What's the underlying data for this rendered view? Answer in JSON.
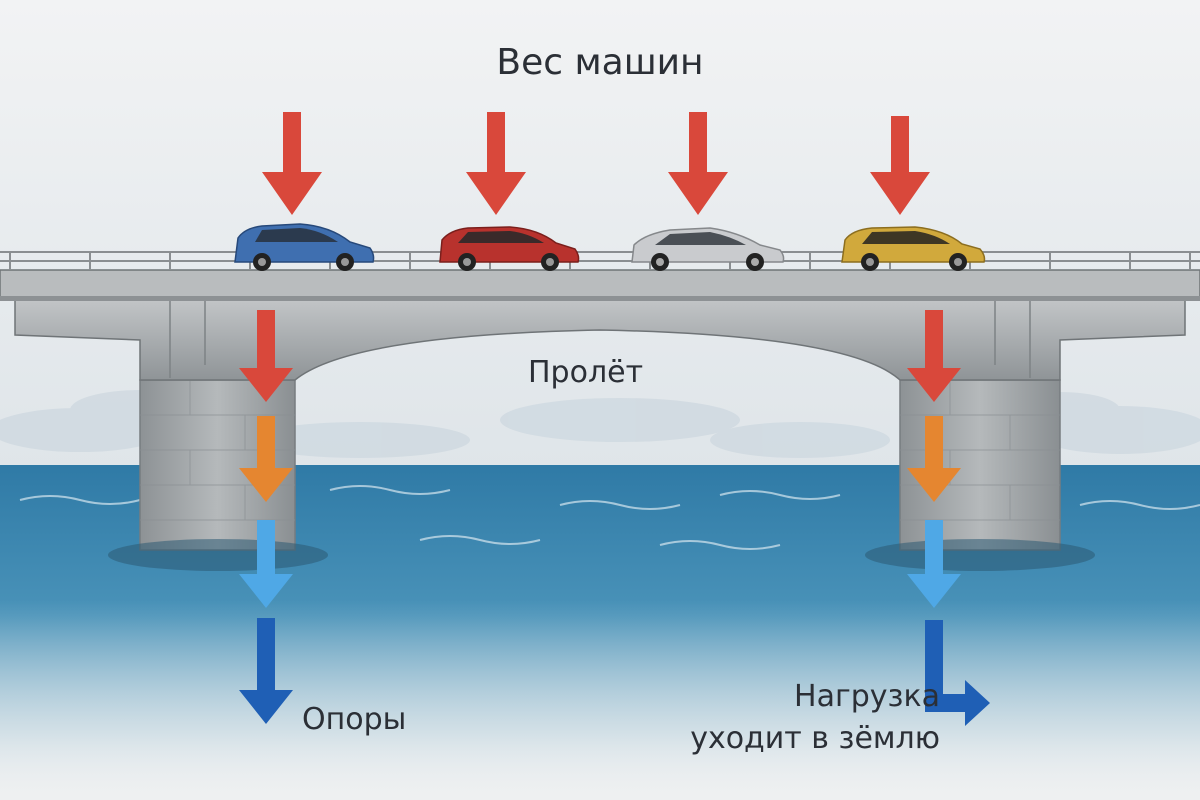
{
  "labels": {
    "title": "Вес машин",
    "span": "Пролёт",
    "piers": "Опоры",
    "ground_line1": "Нагрузка",
    "ground_line2": "уходит в зёмлю"
  },
  "colors": {
    "car_weight_arrow": "#d9483b",
    "pier_arrow_top": "#d9483b",
    "pier_arrow_mid": "#e58630",
    "pier_arrow_low": "#4fa8e6",
    "pier_arrow_bottom": "#1f5fb5",
    "sea": "#3f86ad",
    "concrete": "#a9adb0",
    "sky": "#eef0f1"
  },
  "cars": [
    {
      "name": "blue-car",
      "color": "#3f6fb0"
    },
    {
      "name": "red-car",
      "color": "#b8322d"
    },
    {
      "name": "silver-car",
      "color": "#c9cbce"
    },
    {
      "name": "gold-car",
      "color": "#d1a93c"
    }
  ],
  "icons": [
    "down-arrow-icon",
    "right-turn-arrow-icon"
  ]
}
